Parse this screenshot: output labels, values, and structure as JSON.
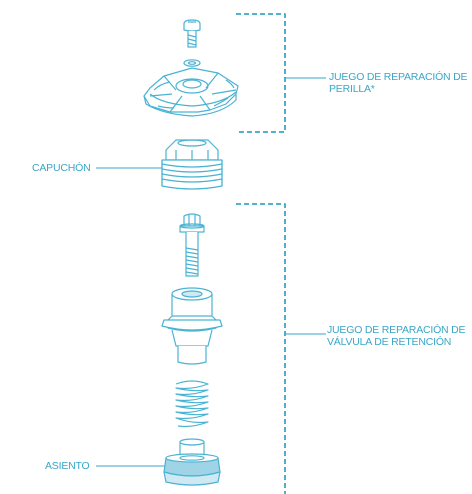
{
  "labels": {
    "knob_kit": [
      "JUEGO DE REPARACIÓN DE",
      "PERILLA*"
    ],
    "cap": "CAPUCHÓN",
    "check_valve_kit": [
      "JUEGO DE REPARACIÓN DE",
      "VÁLVULA DE RETENCIÓN"
    ],
    "seat": "ASIENTO"
  },
  "colors": {
    "accent": "#3aa6c8",
    "outline": "#4ab3d3",
    "fill": "#ffffff",
    "shade": "#cfe9f3",
    "seat_ring": "#9fd3e6"
  }
}
